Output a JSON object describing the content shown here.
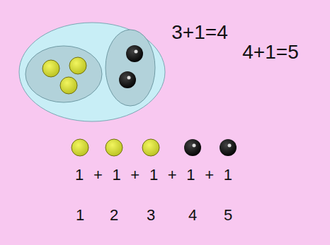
{
  "diagram": {
    "labels": [
      "3+1=4",
      "4+1=5",
      "1 + 1 + 1 + 1 + 1",
      "1",
      "2",
      "3",
      "4",
      "5"
    ]
  }
}
